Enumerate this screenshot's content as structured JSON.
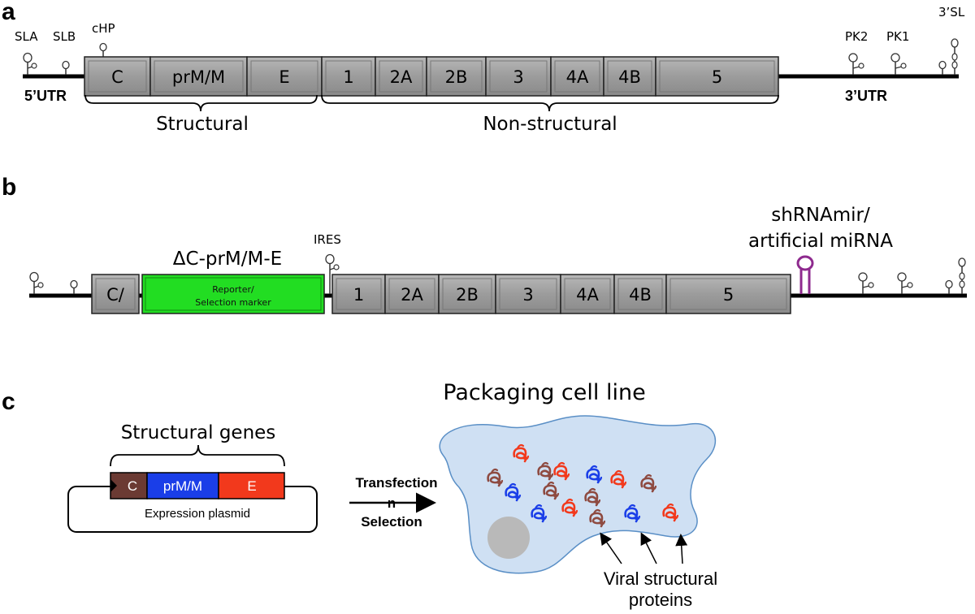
{
  "panel_a": {
    "letter": "a",
    "loops": {
      "sla": "SLA",
      "slb": "SLB",
      "chp": "cHP",
      "pk2": "PK2",
      "pk1": "PK1",
      "sl3": "3’SL"
    },
    "utr5": "5’UTR",
    "utr3": "3’UTR",
    "genes": [
      "C",
      "prM/M",
      "E",
      "1",
      "2A",
      "2B",
      "3",
      "4A",
      "4B",
      "5"
    ],
    "structural": "Structural",
    "nonstructural": "Non-structural"
  },
  "panel_b": {
    "letter": "b",
    "dc_label": "ΔC-prM/M-E",
    "ires": "IRES",
    "shrna_line1": "shRNAmir/",
    "shrna_line2": "artificial miRNA",
    "c_slash": "C/",
    "reporter_line1": "Reporter/",
    "reporter_line2": "Selection marker",
    "genes": [
      "1",
      "2A",
      "2B",
      "3",
      "4A",
      "4B",
      "5"
    ]
  },
  "panel_c": {
    "letter": "c",
    "structural_genes": "Structural genes",
    "plasmid_genes": [
      "C",
      "prM/M",
      "E"
    ],
    "expression_plasmid": "Expression plasmid",
    "transfection": "Transfection",
    "n_char": "n",
    "selection": "Selection",
    "cell_title": "Packaging cell line",
    "vsp_line1": "Viral structural",
    "vsp_line2": "proteins"
  },
  "colors": {
    "gene_fill": "#9a9a9a",
    "reporter": "#22dd22",
    "shrna": "#8e2a8e",
    "plasmid_c": "#6b3a33",
    "plasmid_prm": "#1a3ee8",
    "plasmid_e": "#f2391c",
    "cell_fill": "#cfe0f3",
    "cell_edge": "#5a8fc6"
  }
}
